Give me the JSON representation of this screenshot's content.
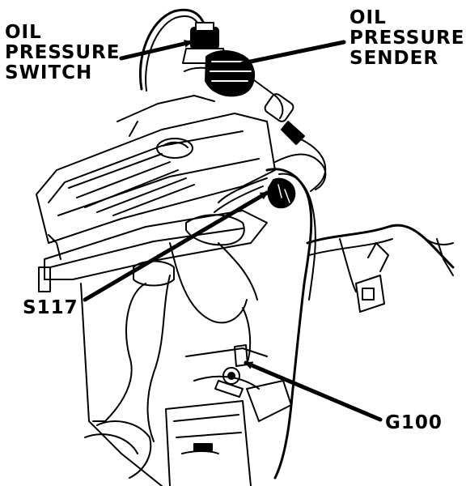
{
  "labels": {
    "oil_pressure_switch": [
      "OIL",
      "PRESSURE",
      "SWITCH"
    ],
    "oil_pressure_sender": [
      "OIL",
      "PRESSURE",
      "SENDER"
    ],
    "s117": "S117",
    "g100": "G100"
  },
  "colors": {
    "ink": "#000000",
    "paper": "#ffffff"
  }
}
